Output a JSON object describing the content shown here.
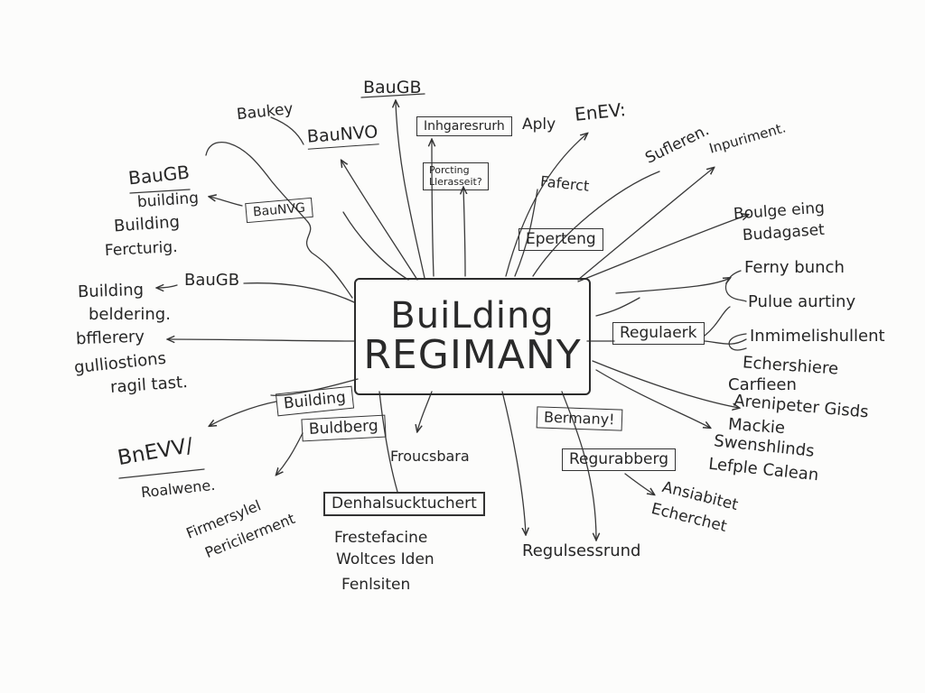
{
  "center": {
    "line1": "BuiLding",
    "line2": "REGIMANY"
  },
  "labels": {
    "baugb_top": "BauGB",
    "baukey": "Baukey",
    "baunvo": "BauNVO",
    "inhg": "Inhgaresrurh",
    "aply": "Aply",
    "enev_top": "EnEV:",
    "porcting": "Porcting\nLlerasseit?",
    "faferct": "Faferct",
    "sufleren": "Sufleren.",
    "inpuriment": "Inpuriment.",
    "eperteng": "Eperteng",
    "baulge": "Boulge eing",
    "budagaset": "Budagaset",
    "ferny": "Ferny bunch",
    "pulue": "Pulue aurtiny",
    "regulaerk": "Regulaerk",
    "inmimel": "Inmimelishullent",
    "echershiere": "Echershiere",
    "carfieen": "Carfieen",
    "arenipeter": "Arenipeter Gisds",
    "mackie": "Mackie",
    "swenshlinds": "Swenshlinds",
    "lefple": "Lefple Calean",
    "baugb_left": "BauGB",
    "building_l1": "building",
    "building_l2": "Building",
    "fercturig": "Fercturig.",
    "baunvg": "BauNVG",
    "building_m1": "Building",
    "baugb_mid": "BauGB",
    "beldering": "beldering.",
    "bfflerery": "bfflerery",
    "gulliostions": "gulliostions",
    "ragil": "ragil tast.",
    "bnevv": "BnEVV/",
    "roalwene": "Roalwene.",
    "firmersul": "Firmersylel",
    "pericilerment": "Pericilerment",
    "building_box": "Building",
    "buldberg": "Buldberg",
    "froucsbara": "Froucsbara",
    "denkmal": "Denhalsucktuchert",
    "frestefacine": "Frestefacine",
    "woltces": "Woltces Iden",
    "fenlsiten": "Fenlsiten",
    "bermany": "Bermany!",
    "regurabberg": "Regurabberg",
    "regulsess": "Regulsessrund",
    "ansiabitet": "Ansiabitet",
    "echerchet": "Echerchet"
  },
  "colors": {
    "ink": "#2a2a2a",
    "paper": "#fcfcfb"
  }
}
